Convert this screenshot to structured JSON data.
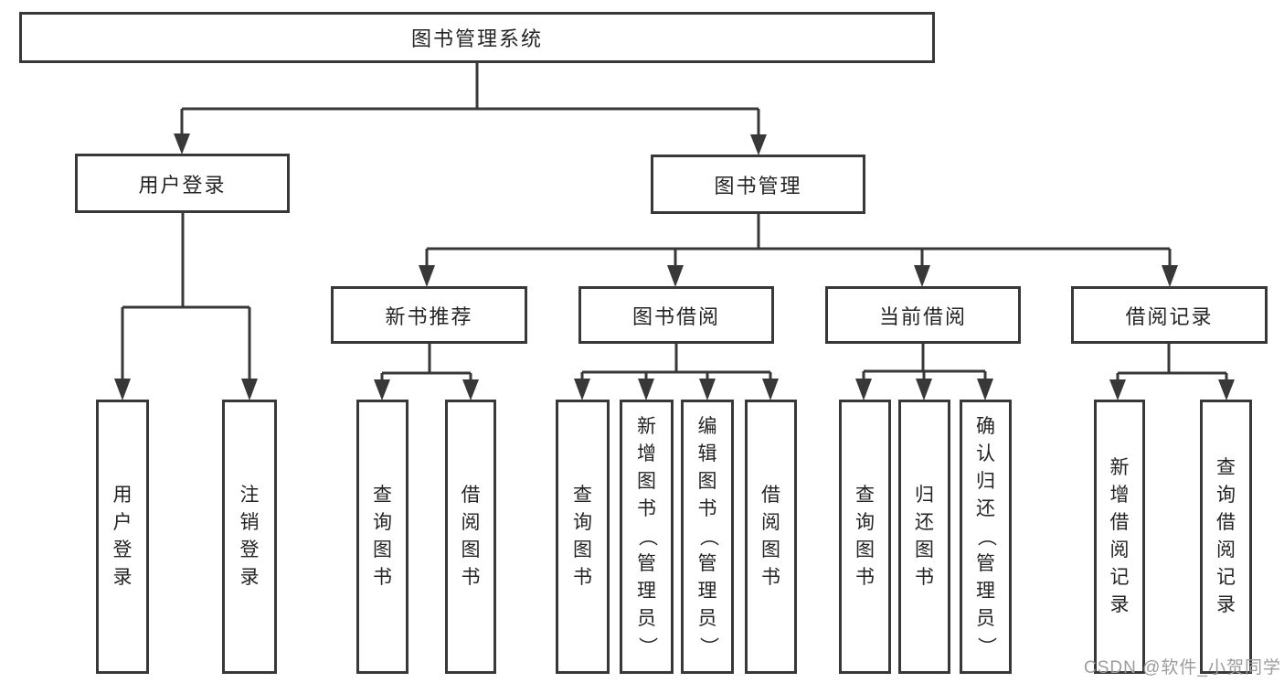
{
  "tree": {
    "root": {
      "label": "图书管理系统"
    },
    "branches": [
      {
        "label": "用户登录",
        "leaves": [
          {
            "label": "用户登录"
          },
          {
            "label": "注销登录"
          }
        ]
      },
      {
        "label": "图书管理",
        "groups": [
          {
            "label": "新书推荐",
            "leaves": [
              {
                "label": "查询图书"
              },
              {
                "label": "借阅图书"
              }
            ]
          },
          {
            "label": "图书借阅",
            "leaves": [
              {
                "label": "查询图书"
              },
              {
                "label": "新增图书（管理员）"
              },
              {
                "label": "编辑图书（管理员）"
              },
              {
                "label": "借阅图书"
              }
            ]
          },
          {
            "label": "当前借阅",
            "leaves": [
              {
                "label": "查询图书"
              },
              {
                "label": "归还图书"
              },
              {
                "label": "确认归还（管理员）"
              }
            ]
          },
          {
            "label": "借阅记录",
            "leaves": [
              {
                "label": "新增借阅记录"
              },
              {
                "label": "查询借阅记录"
              }
            ]
          }
        ]
      }
    ]
  },
  "watermark": "CSDN @软件_小贺同学",
  "colors": {
    "line": "#383838",
    "text": "#242424",
    "watermark": "#9c9c9c",
    "background": "#ffffff"
  }
}
